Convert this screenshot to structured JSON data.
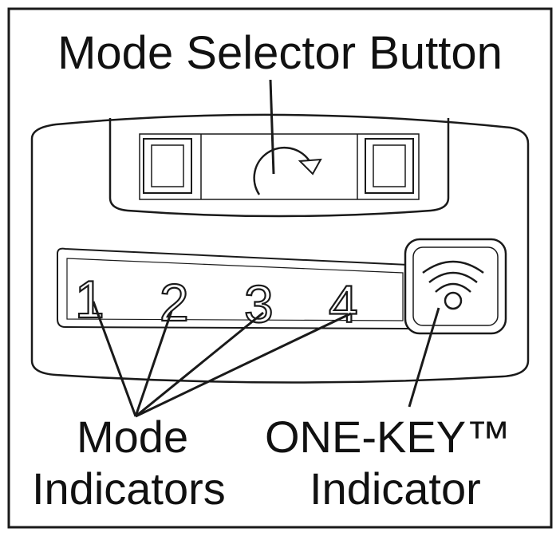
{
  "diagram": {
    "title": "Mode Selector Button",
    "mode_indicators_label": [
      "Mode",
      "Indicators"
    ],
    "one_key_label": [
      "ONE-KEY™",
      "Indicator"
    ],
    "indicator_numbers": [
      "1",
      "2",
      "3",
      "4"
    ],
    "colors": {
      "stroke": "#1a1a1a",
      "background": "#ffffff"
    },
    "icons": [
      "rotate-arrow-icon",
      "wifi-signal-icon"
    ]
  }
}
